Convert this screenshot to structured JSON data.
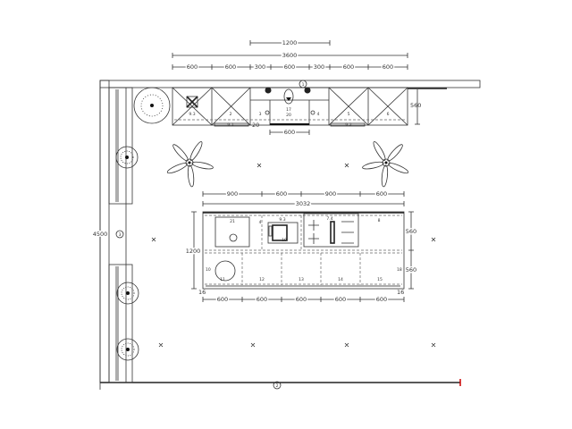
{
  "plan": {
    "top_dims": {
      "d1200": "1200",
      "d3600": "3600",
      "seg": [
        "600",
        "600",
        "300",
        "600",
        "300",
        "600",
        "600"
      ],
      "below": "600",
      "depth": "560",
      "gap": "20"
    },
    "island_dims": {
      "top": [
        "900",
        "600",
        "900",
        "600"
      ],
      "total": "3032",
      "bottom": [
        "600",
        "600",
        "600",
        "600",
        "600"
      ],
      "depth": "1200",
      "d560a": "560",
      "d560b": "560",
      "side_left": "16",
      "side_right": "16"
    },
    "left_dim": "4500",
    "wall_labels": [
      "1",
      "2",
      "3"
    ],
    "upper_labels": [
      "9.3",
      "2",
      "3",
      "4",
      "5",
      "6",
      "17",
      "20",
      "9.1",
      "9.2"
    ],
    "island_labels": [
      "21",
      "4",
      "9.3",
      "7.4",
      "8",
      "10",
      "11",
      "12",
      "13",
      "14",
      "15",
      "18",
      "19"
    ],
    "accent_color": "#cc0000"
  }
}
